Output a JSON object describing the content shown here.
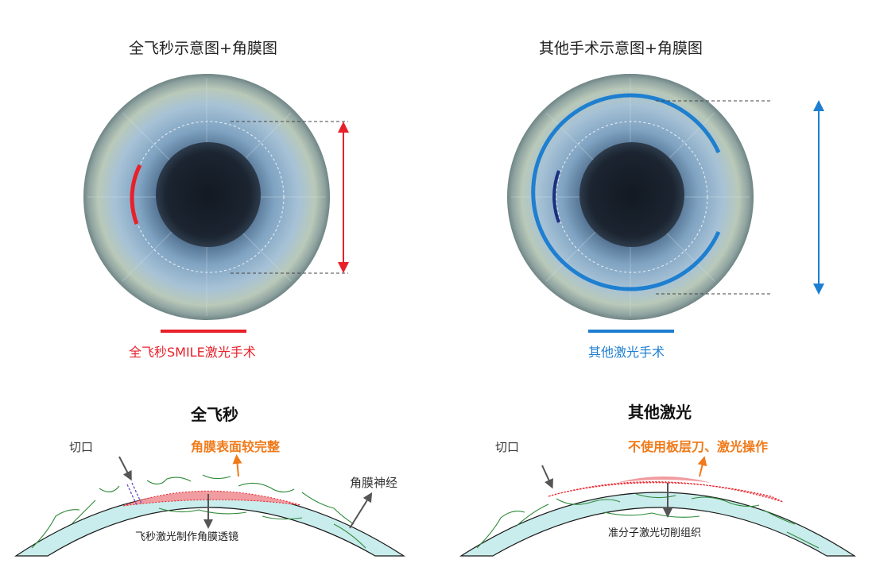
{
  "top": {
    "left_title": "全飞秒示意图+角膜图",
    "right_title": "其他手术示意图+角膜图",
    "left_caption": "全飞秒SMILE激光手术",
    "right_caption": "其他激光手术"
  },
  "bottom": {
    "left_title": "全飞秒",
    "right_title": "其他激光",
    "left_incision": "切口",
    "left_surface_note": "角膜表面较完整",
    "left_nerve": "角膜神经",
    "left_lens": "飞秒激光制作角膜透镜",
    "right_incision": "切口",
    "right_note": "不使用板层刀、激光操作",
    "right_tissue": "准分子激光切削组织"
  },
  "colors": {
    "smile_red": "#e8202a",
    "other_blue": "#1e7fd0",
    "note_orange": "#f07a1a",
    "cornea_fill": "#c9ecec",
    "nerve_green": "#2e8b3a"
  }
}
